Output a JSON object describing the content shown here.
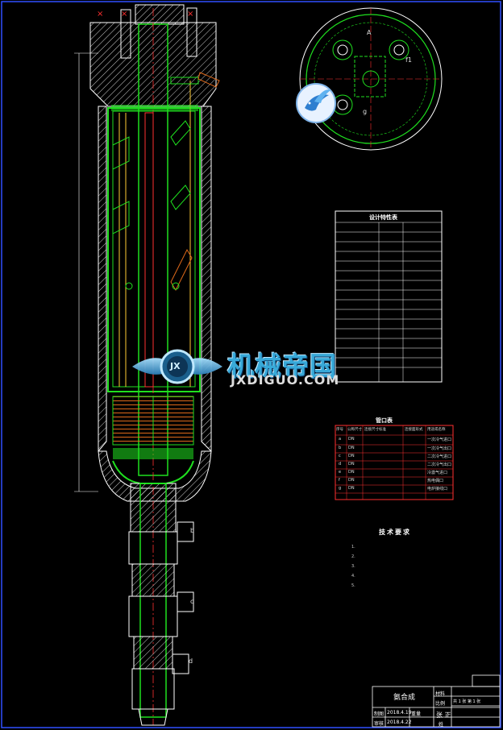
{
  "title_block": {
    "drawing_name": "氨合成",
    "row1": "制图",
    "row2": "审核",
    "date1": "2018.4.19",
    "date2": "2018.4.22",
    "cell_a": "材料",
    "cell_b": "比例",
    "cell_c": "重量",
    "sheet": "共 1 张 第 1 张",
    "designer": "张 正",
    "school_line": "姓"
  },
  "tables": {
    "design_spec_title": "设计特性表",
    "nozzle_table_title": "管口表",
    "nozzle_headers": [
      "序号",
      "公称尺寸",
      "连接尺寸标准",
      "连接面形式",
      "用途或名称"
    ],
    "nozzle_rows": [
      [
        "a",
        "DN",
        "",
        "",
        "一次冷气进口"
      ],
      [
        "b",
        "DN",
        "",
        "",
        "一次冷气出口"
      ],
      [
        "c",
        "DN",
        "",
        "",
        "二次冷气进口"
      ],
      [
        "d",
        "DN",
        "",
        "",
        "二次冷气出口"
      ],
      [
        "e",
        "DN",
        "",
        "",
        "冷激气进口"
      ],
      [
        "f",
        "DN",
        "",
        "",
        "热电偶口"
      ],
      [
        "g",
        "DN",
        "",
        "",
        "电炉接线口"
      ]
    ]
  },
  "technical_requirements": {
    "title": "技术要求",
    "lines": [
      "1.",
      "2.",
      "3.",
      "4.",
      "5."
    ]
  },
  "view_labels": {
    "b": "b",
    "c": "c",
    "d": "d",
    "f1": "f1",
    "g": "g",
    "plan_note": "A"
  },
  "watermark": {
    "cn": "机械帝国",
    "en": "JXDIGUO.COM",
    "badge": "JX"
  },
  "colors": {
    "background": "#000000",
    "outline": "#ffffff",
    "green": "#1fe01f",
    "red": "#ff3030",
    "blue_frame": "#3050ff",
    "orange": "#e06a1a",
    "watermark_blue": "#38a9d8"
  }
}
